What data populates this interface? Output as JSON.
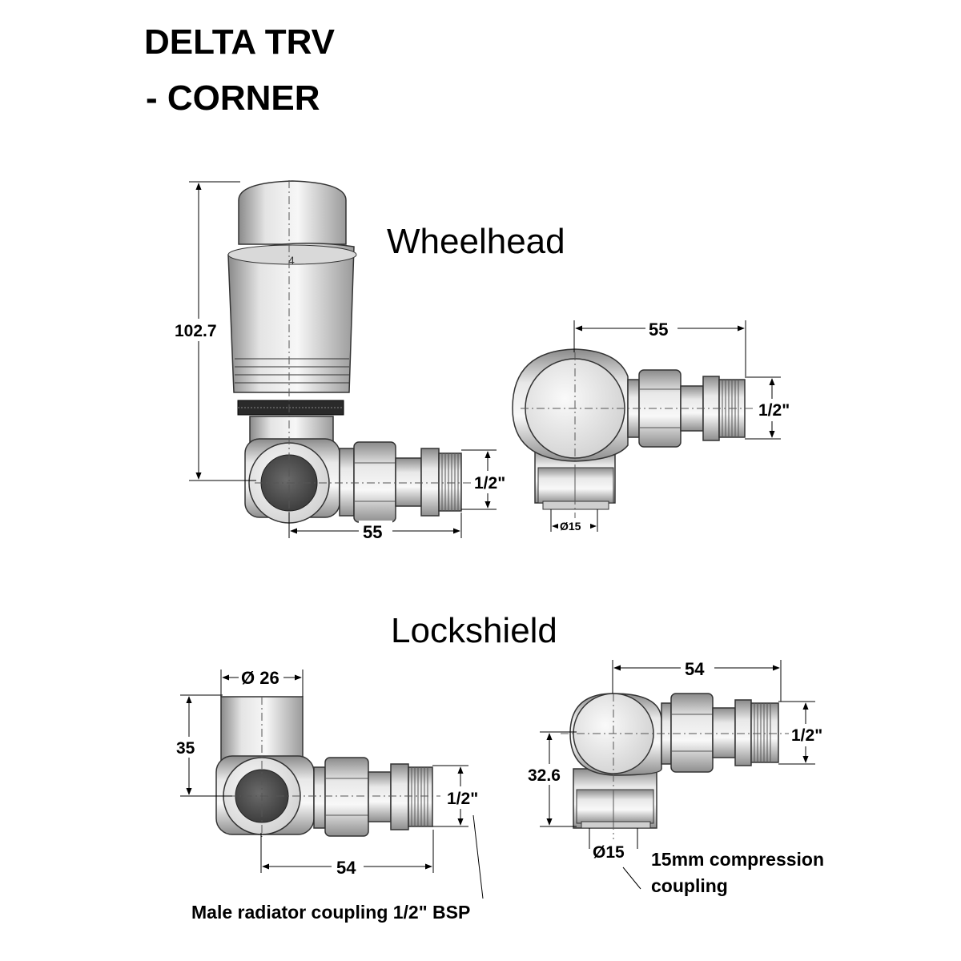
{
  "title": {
    "line1": "DELTA TRV",
    "line2": "- CORNER"
  },
  "wheelhead": {
    "heading": "Wheelhead",
    "head_dial_number": "4",
    "side": {
      "height": "102.7",
      "width": "55",
      "thread": "1/2\""
    },
    "top": {
      "width": "55",
      "thread": "1/2\"",
      "pipe": "Ø15"
    }
  },
  "lockshield": {
    "heading": "Lockshield",
    "side": {
      "diameter": "Ø 26",
      "height": "35",
      "thread": "1/2\"",
      "width": "54"
    },
    "top": {
      "width": "54",
      "thread": "1/2\"",
      "height": "32.6",
      "pipe": "Ø15"
    },
    "note_compression": [
      "15mm compression",
      "coupling"
    ],
    "note_male": "Male radiator coupling 1/2\" BSP"
  }
}
